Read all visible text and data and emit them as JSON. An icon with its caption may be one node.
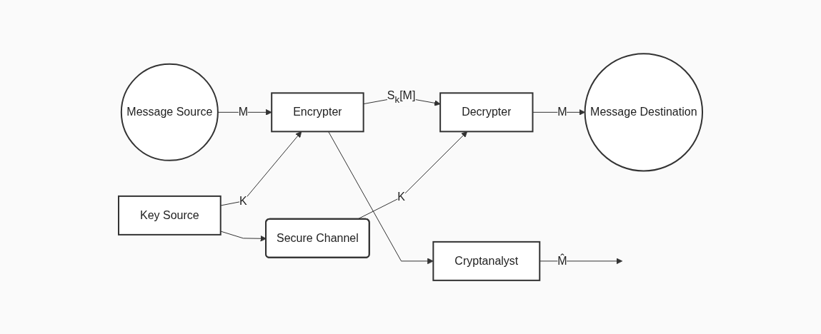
{
  "diagram": {
    "nodes": [
      {
        "text": [
          "Message Source"
        ]
      },
      {
        "text": [
          "Encrypter"
        ]
      },
      {
        "text": [
          "Cryptanalyst"
        ]
      },
      {
        "text": [
          "Decrypter"
        ]
      },
      {
        "text": [
          "Message Destination"
        ]
      },
      {
        "text": [
          "Secure Channel"
        ]
      },
      {
        "text": [
          "Key Source"
        ]
      }
    ],
    "edges": [
      {
        "from": 0,
        "to": 1,
        "arrow": "to",
        "label": "M"
      },
      {
        "from": 1,
        "to": 3,
        "arrow": "to",
        "label": "S$_{k}$[M]"
      },
      {
        "from": 1,
        "to": 2,
        "arrow": "to"
      },
      {
        "from": 2,
        "to": null,
        "arrow": "to",
        "label": "M̂"
      },
      {
        "from": 3,
        "to": 4,
        "arrow": "to",
        "label": "M"
      },
      {
        "from": 6,
        "to": 1,
        "arrow": "to",
        "label": "K"
      },
      {
        "from": 6,
        "to": 5,
        "arrow": "to"
      },
      {
        "from": 5,
        "to": 3,
        "arrow": "to",
        "label": "K"
      }
    ]
  }
}
